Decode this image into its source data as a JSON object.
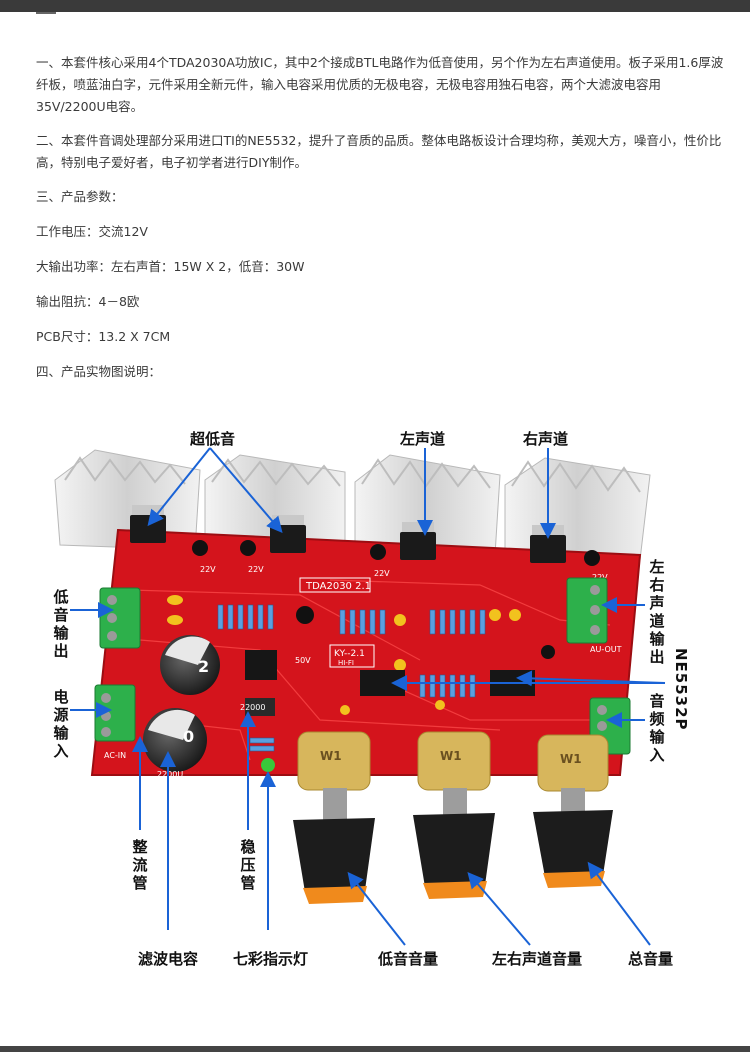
{
  "intro": {
    "p1": "一、本套件核心采用4个TDA2030A功放IC，其中2个接成BTL电路作为低音使用，另个作为左右声道使用。板子采用1.6厚波纤板，喷蓝油白字，元件采用全新元件，输入电容采用优质的无极电容，无极电容用独石电容，两个大滤波电容用35V/2200U电容。",
    "p2": "二、本套件音调处理部分采用进口TI的NE5532，提升了音质的品质。整体电路板设计合理均称，美观大方，噪音小，性价比高，特别电子爱好者，电子初学者进行DIY制作。",
    "p3": "三、产品参数：",
    "p4": "工作电压：交流12V",
    "p5": "大输出功率：左右声首：15W X 2，低音：30W",
    "p6": "输出阻抗：4－8欧",
    "p7": "PCB尺寸：13.2 X 7CM",
    "p8": "四、产品实物图说明："
  },
  "figure": {
    "labels": {
      "subwoofer": "超低音",
      "left_channel": "左声道",
      "right_channel": "右声道",
      "bass_out": "低音输出",
      "power_in": "电源输入",
      "lr_out": "左右声道输出",
      "ne5532p": "NE5532P",
      "audio_in": "音频输入",
      "rectifier": "整流管",
      "regulator": "稳压管",
      "filter_cap": "滤波电容",
      "led": "七彩指示灯",
      "bass_vol": "低音音量",
      "lr_vol": "左右声道音量",
      "master_vol": "总音量"
    },
    "board": {
      "silk_main": "TDA2030 2.1",
      "silk_model": "KY--2.1",
      "silk_hifi": "HI-FI",
      "cap_22v": "22V",
      "cap_2200": "2200U",
      "cap_label_b": "22000",
      "v50": "50V",
      "pot_mark": "W1",
      "ac_in": "AC-IN",
      "au_out": "AU-OUT",
      "k2": "2",
      "k0": "0"
    },
    "colors": {
      "pcb_red": "#d4141c",
      "arrow_blue": "#1a63d6",
      "heatsink": "#e2e2e2",
      "terminal_green": "#2db04b",
      "pot_gold": "#d7b65c",
      "knob_black": "#1c1c1c",
      "knob_orange": "#f08a1c"
    }
  }
}
